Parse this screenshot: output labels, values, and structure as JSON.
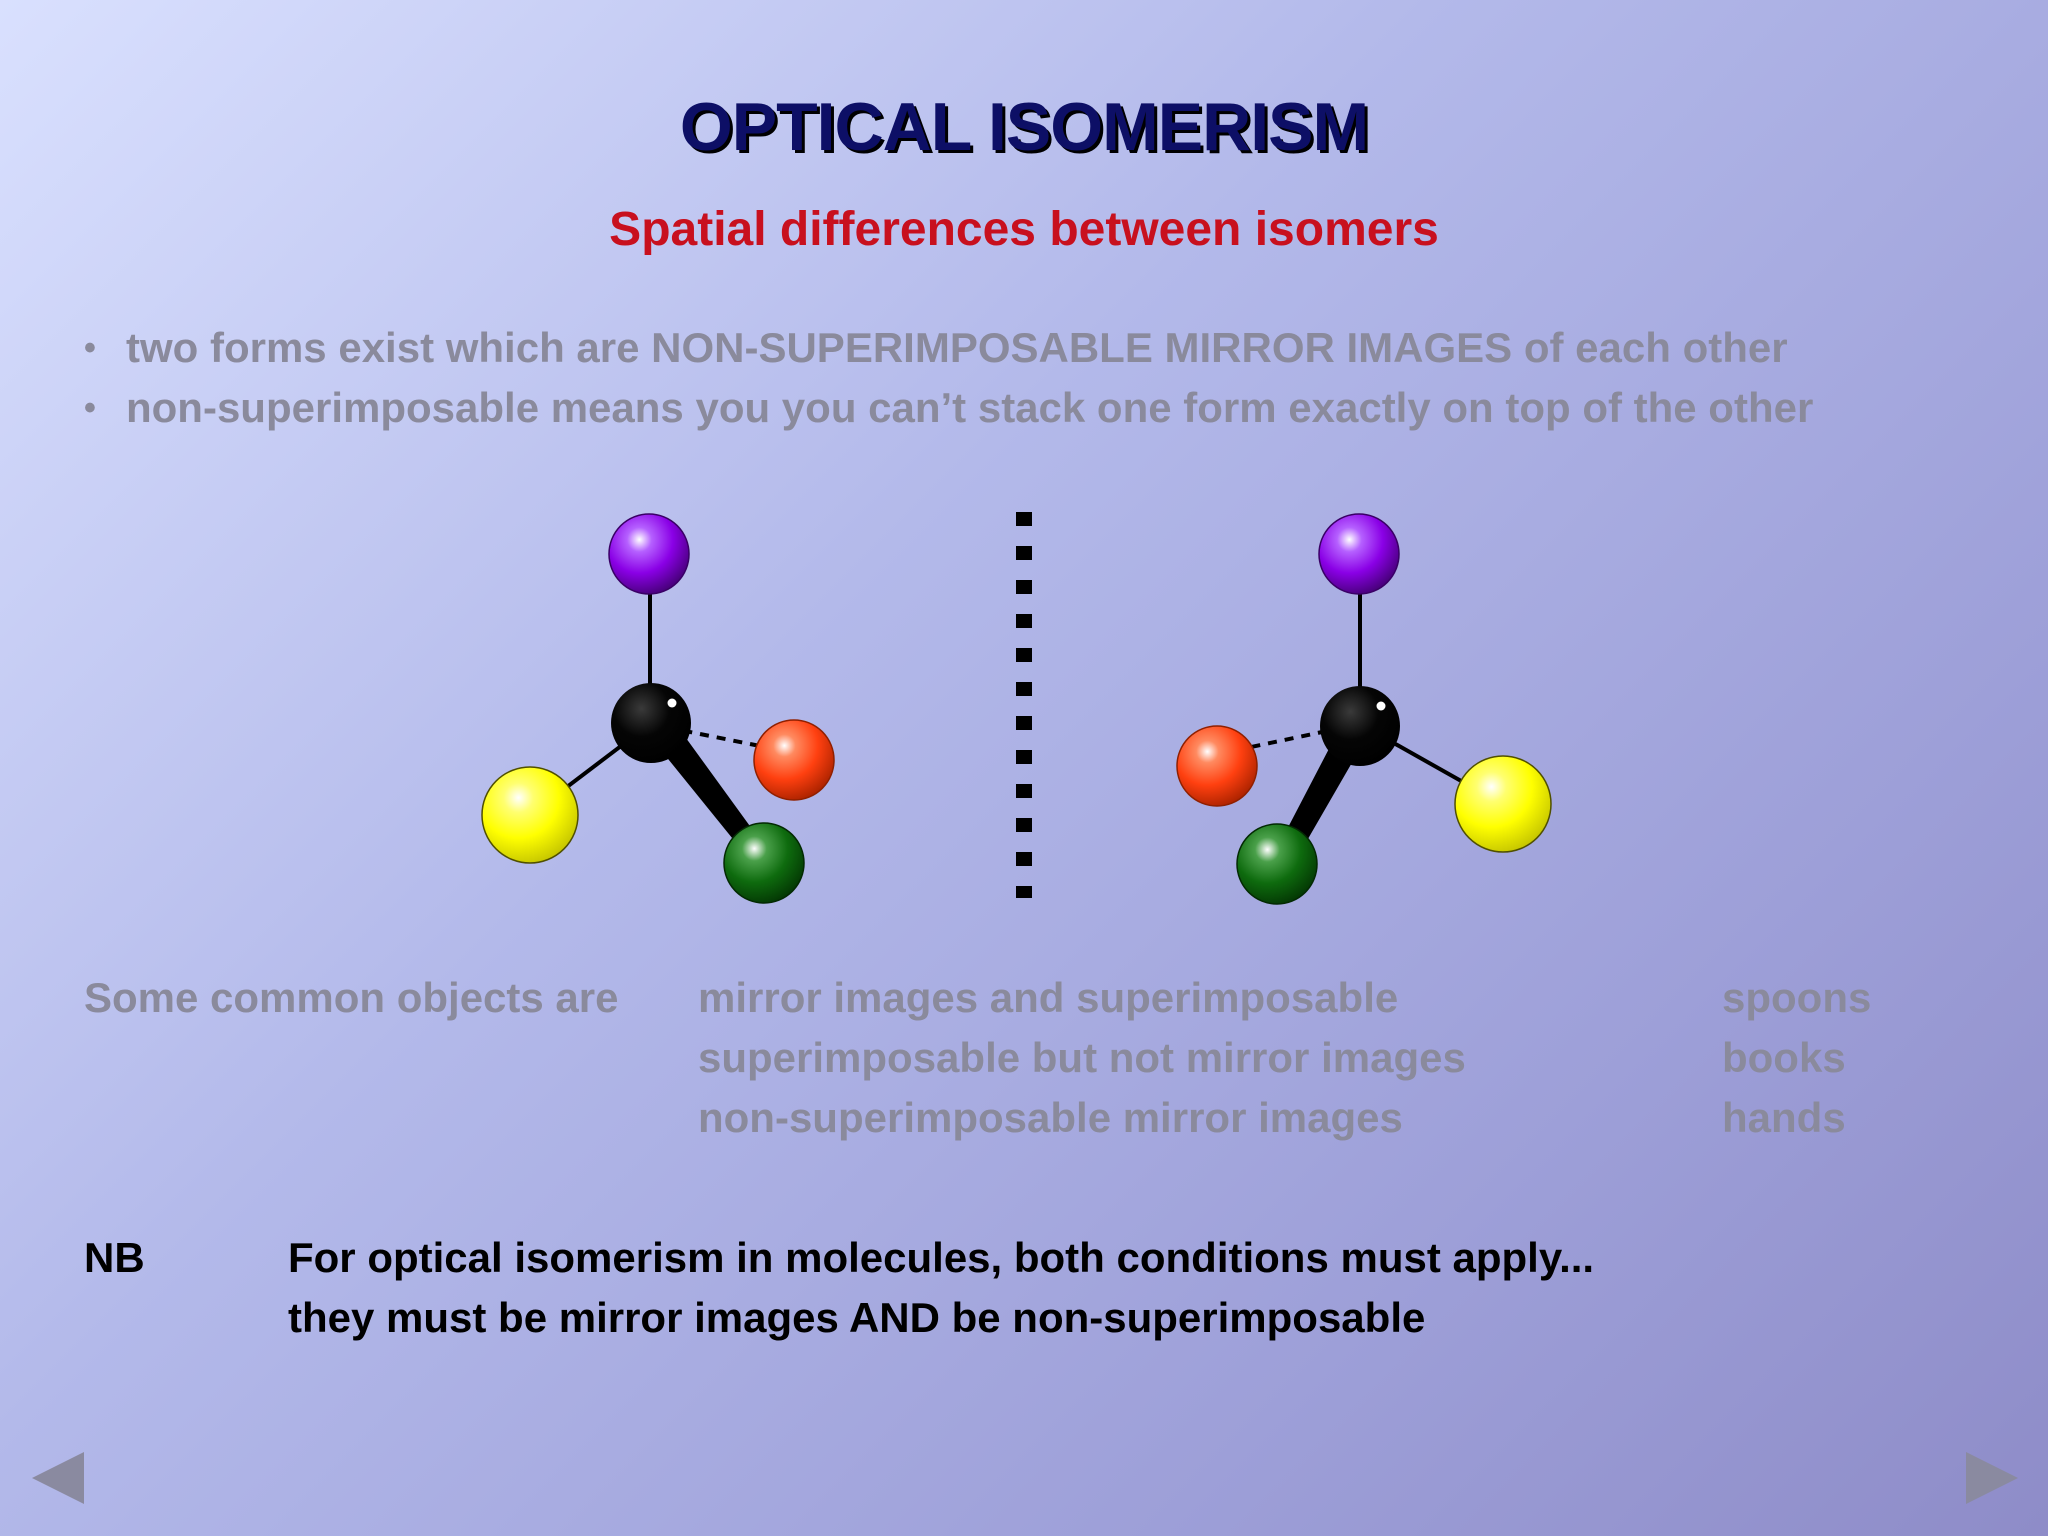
{
  "slide": {
    "title": "OPTICAL ISOMERISM",
    "subtitle": "Spatial differences between isomers",
    "bullets": [
      "two forms exist which are NON-SUPERIMPOSABLE MIRROR IMAGES of each other",
      "non-superimposable means you you can’t stack one form exactly on top of the other"
    ],
    "bullet_glyph": "•"
  },
  "diagram": {
    "atom_colors": {
      "center": "#000000",
      "top": "#8a00e6",
      "red": "#ff4010",
      "green": "#0e6b0e",
      "yellow": "#ffff00"
    },
    "mirror_color": "#000000"
  },
  "common_objects": {
    "lead": "Some common objects are",
    "rows": [
      {
        "description": "mirror images and superimposable",
        "example": "spoons"
      },
      {
        "description": "superimposable but not mirror images",
        "example": "books"
      },
      {
        "description": "non-superimposable mirror images",
        "example": "hands"
      }
    ]
  },
  "note": {
    "label": "NB",
    "lines": [
      "For optical isomerism in molecules, both conditions must apply...",
      "they must be mirror images AND be non-superimposable"
    ]
  },
  "navigation": {
    "prev_icon": "left-triangle-icon",
    "next_icon": "right-triangle-icon"
  }
}
